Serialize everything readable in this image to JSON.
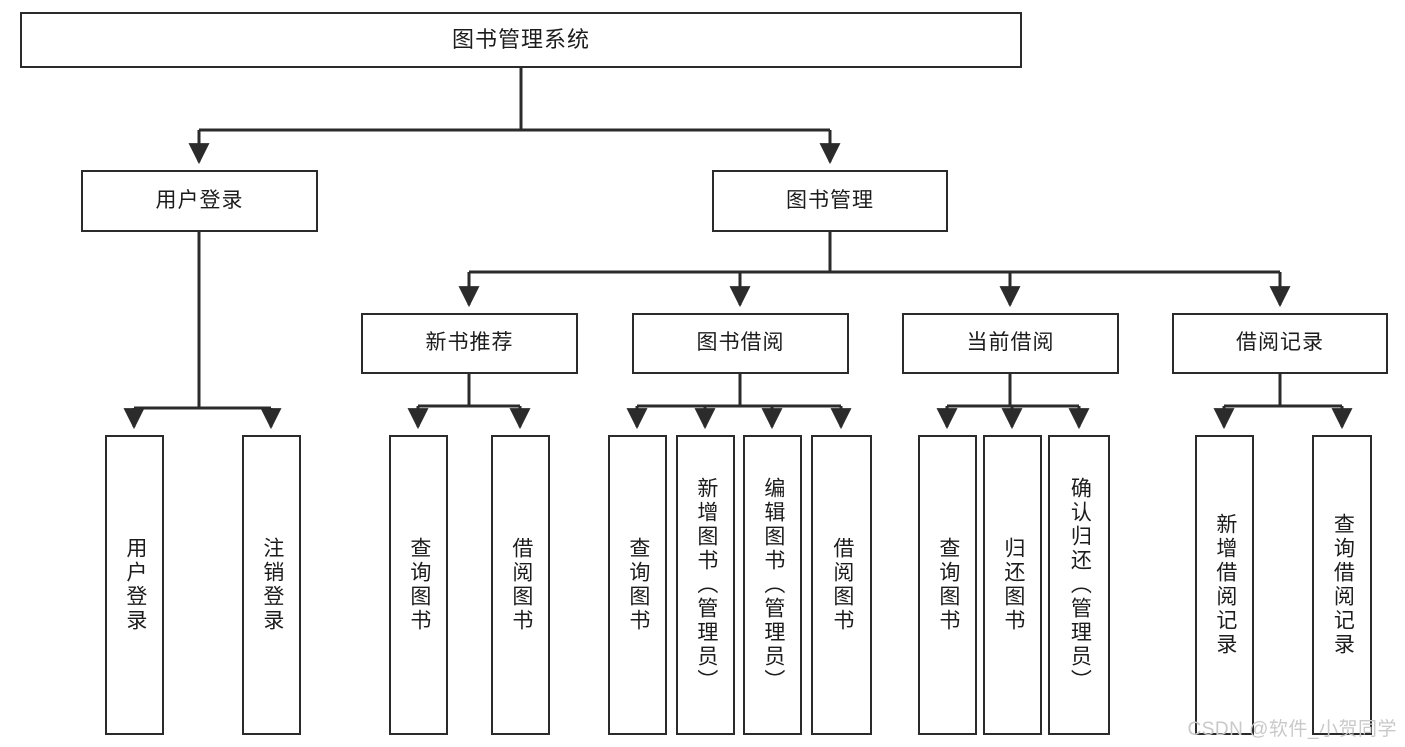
{
  "diagram": {
    "title": "图书管理系统",
    "type": "tree",
    "watermark": "CSDN @软件_小贺同学",
    "colors": {
      "box_border": "#2b2b2b",
      "box_fill": "#ffffff",
      "line": "#2b2b2b",
      "text": "#1c1c1c",
      "watermark": "#c9c9c9",
      "background": "#ffffff"
    },
    "nodes": {
      "root": {
        "label": "图书管理系统"
      },
      "level2": [
        {
          "id": "user-login",
          "label": "用户登录"
        },
        {
          "id": "book-manage",
          "label": "图书管理"
        }
      ],
      "level3": [
        {
          "id": "new-book-rec",
          "label": "新书推荐"
        },
        {
          "id": "book-borrow",
          "label": "图书借阅"
        },
        {
          "id": "current-borrow",
          "label": "当前借阅"
        },
        {
          "id": "borrow-record",
          "label": "借阅记录"
        }
      ],
      "leaves": {
        "user-login": [
          {
            "id": "leaf-user-login",
            "label": "用户登录"
          },
          {
            "id": "leaf-logout",
            "label": "注销登录"
          }
        ],
        "new-book-rec": [
          {
            "id": "leaf-query-book-1",
            "label": "查询图书"
          },
          {
            "id": "leaf-borrow-book-1",
            "label": "借阅图书"
          }
        ],
        "book-borrow": [
          {
            "id": "leaf-query-book-2",
            "label": "查询图书"
          },
          {
            "id": "leaf-add-book",
            "label": "新增图书（管理员）"
          },
          {
            "id": "leaf-edit-book",
            "label": "编辑图书（管理员）"
          },
          {
            "id": "leaf-borrow-book-2",
            "label": "借阅图书"
          }
        ],
        "current-borrow": [
          {
            "id": "leaf-query-book-3",
            "label": "查询图书"
          },
          {
            "id": "leaf-return-book",
            "label": "归还图书"
          },
          {
            "id": "leaf-confirm-return",
            "label": "确认归还（管理员）"
          }
        ],
        "borrow-record": [
          {
            "id": "leaf-add-record",
            "label": "新增借阅记录"
          },
          {
            "id": "leaf-query-record",
            "label": "查询借阅记录"
          }
        ]
      }
    }
  }
}
